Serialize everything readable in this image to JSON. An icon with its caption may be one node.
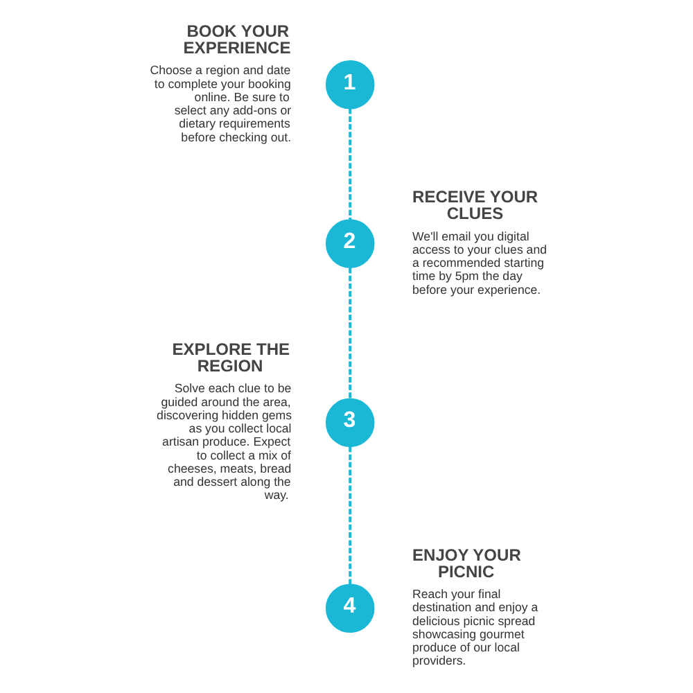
{
  "diagram": {
    "nodes": [
      {
        "text": [
          "1"
        ],
        "beside": [
          "BOOK YOUR EXPERIENCE",
          "Choose a region and date to complete your booking online. Be sure to select any add-ons or dietary requirements before checking out."
        ]
      },
      {
        "text": [
          "2"
        ],
        "beside": [
          "RECEIVE YOUR CLUES",
          "We'll email you digital access to your clues and a recommended starting time by 5pm the day before your experience."
        ]
      },
      {
        "text": [
          "3"
        ],
        "beside": [
          "EXPLORE THE REGION",
          "Solve each clue to be guided around the area, discovering hidden gems as you collect local artisan produce. Expect to collect a mix of cheeses, meats, bread and dessert along the way."
        ]
      },
      {
        "text": [
          "4"
        ],
        "beside": [
          "ENJOY YOUR PICNIC",
          "Reach your final destination and enjoy a delicious picnic spread showcasing gourmet produce of our local providers."
        ]
      }
    ],
    "edges": [
      {
        "from": 0,
        "to": 1,
        "arrow": "none",
        "style": "dashed"
      },
      {
        "from": 1,
        "to": 2,
        "arrow": "none",
        "style": "dashed"
      },
      {
        "from": 2,
        "to": 3,
        "arrow": "none",
        "style": "dashed"
      }
    ]
  }
}
